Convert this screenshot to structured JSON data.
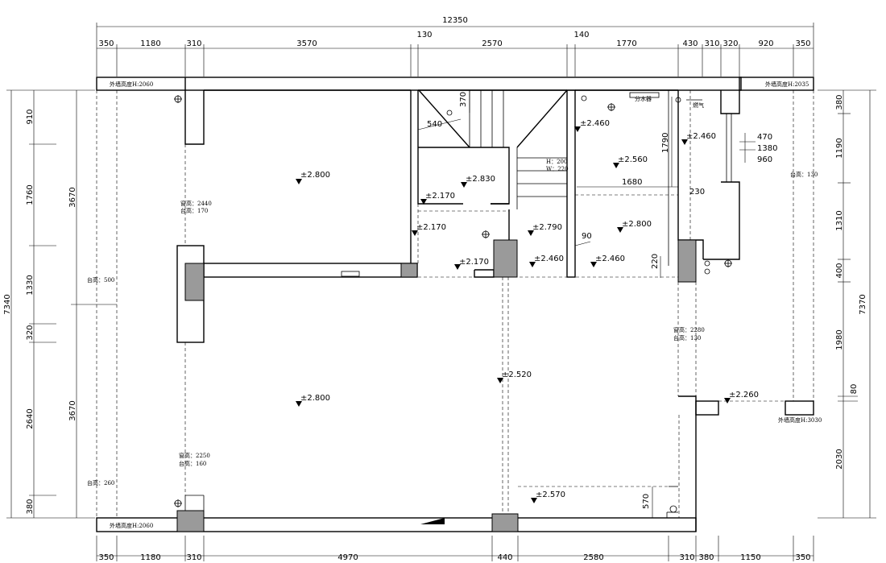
{
  "dims": {
    "overall_top": "12350",
    "top_row": [
      "350",
      "1180",
      "310",
      "3570",
      "130",
      "2570",
      "140",
      "1770",
      "430",
      "310",
      "320",
      "920",
      "350"
    ],
    "bottom_row": [
      "350",
      "1180",
      "310",
      "4970",
      "440",
      "2580",
      "310",
      "380",
      "1150",
      "350"
    ],
    "left_outer": "7340",
    "left_inner": [
      "910",
      "1760",
      "1330",
      "320",
      "2640",
      "380"
    ],
    "left_mid": [
      "3670",
      "3670"
    ],
    "right_outer": "7370",
    "right_inner": [
      "380",
      "1190",
      "1310",
      "400",
      "1980",
      "80",
      "2030"
    ],
    "interior": [
      "540",
      "370",
      "1790",
      "1680",
      "230",
      "90",
      "220",
      "570"
    ],
    "side_stack": [
      "470",
      "1380",
      "960"
    ]
  },
  "levels": [
    "±2.800",
    "±2.830",
    "±2.170",
    "±2.170",
    "±2.170",
    "±2.790",
    "±2.460",
    "±2.460",
    "±2.560",
    "±2.460",
    "±2.800",
    "±2.520",
    "±2.800",
    "±2.260",
    "±2.570"
  ],
  "notes": {
    "wall_tl": "外墙高度H:2060",
    "wall_tr": "外墙高度H:2035",
    "wall_br": "外墙高度H:3030",
    "wall_bl": "外墙高度H:2060",
    "win1_h": "窗高：2440",
    "win1_s": "台高：170",
    "sill_left": "台高：500",
    "win2_h": "窗高：2250",
    "win2_s": "台高：160",
    "sill_left2": "台高：260",
    "win3_h": "窗高：2280",
    "win3_s": "台高：130",
    "sill_right": "台高：130",
    "stair_h": "H：200",
    "stair_w": "W：220",
    "manifold": "分水器",
    "gas": "燃气"
  }
}
